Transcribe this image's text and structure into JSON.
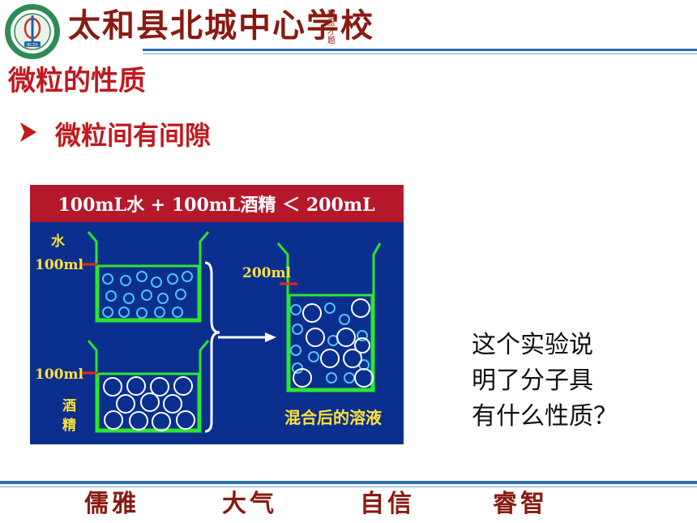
{
  "header": {
    "school_name": "太和县北城中心学校",
    "school_mark": "魏玉才题",
    "logo_text": "BCZX"
  },
  "page_title": "微粒的性质",
  "bullet": "微粒间有间隙",
  "diagram": {
    "banner": "100mL水 + 100mL酒精 ＜ 200mL",
    "water_label": "水",
    "water_volume": "100ml",
    "alcohol_label_1": "酒",
    "alcohol_label_2": "精",
    "alcohol_volume": "100ml",
    "mixed_volume": "200ml",
    "mixed_caption": "混合后的溶液",
    "colors": {
      "background": "#0b2f8f",
      "banner": "#b5182a",
      "beaker": "#2ee52e",
      "label": "#ffe23a",
      "marker": "#e8251f"
    }
  },
  "question": {
    "line1": "这个实验说",
    "line2": "明了分子具",
    "line3": "有什么性质？"
  },
  "footer": {
    "motto": [
      "儒雅",
      "大气",
      "自信",
      "睿智"
    ]
  }
}
